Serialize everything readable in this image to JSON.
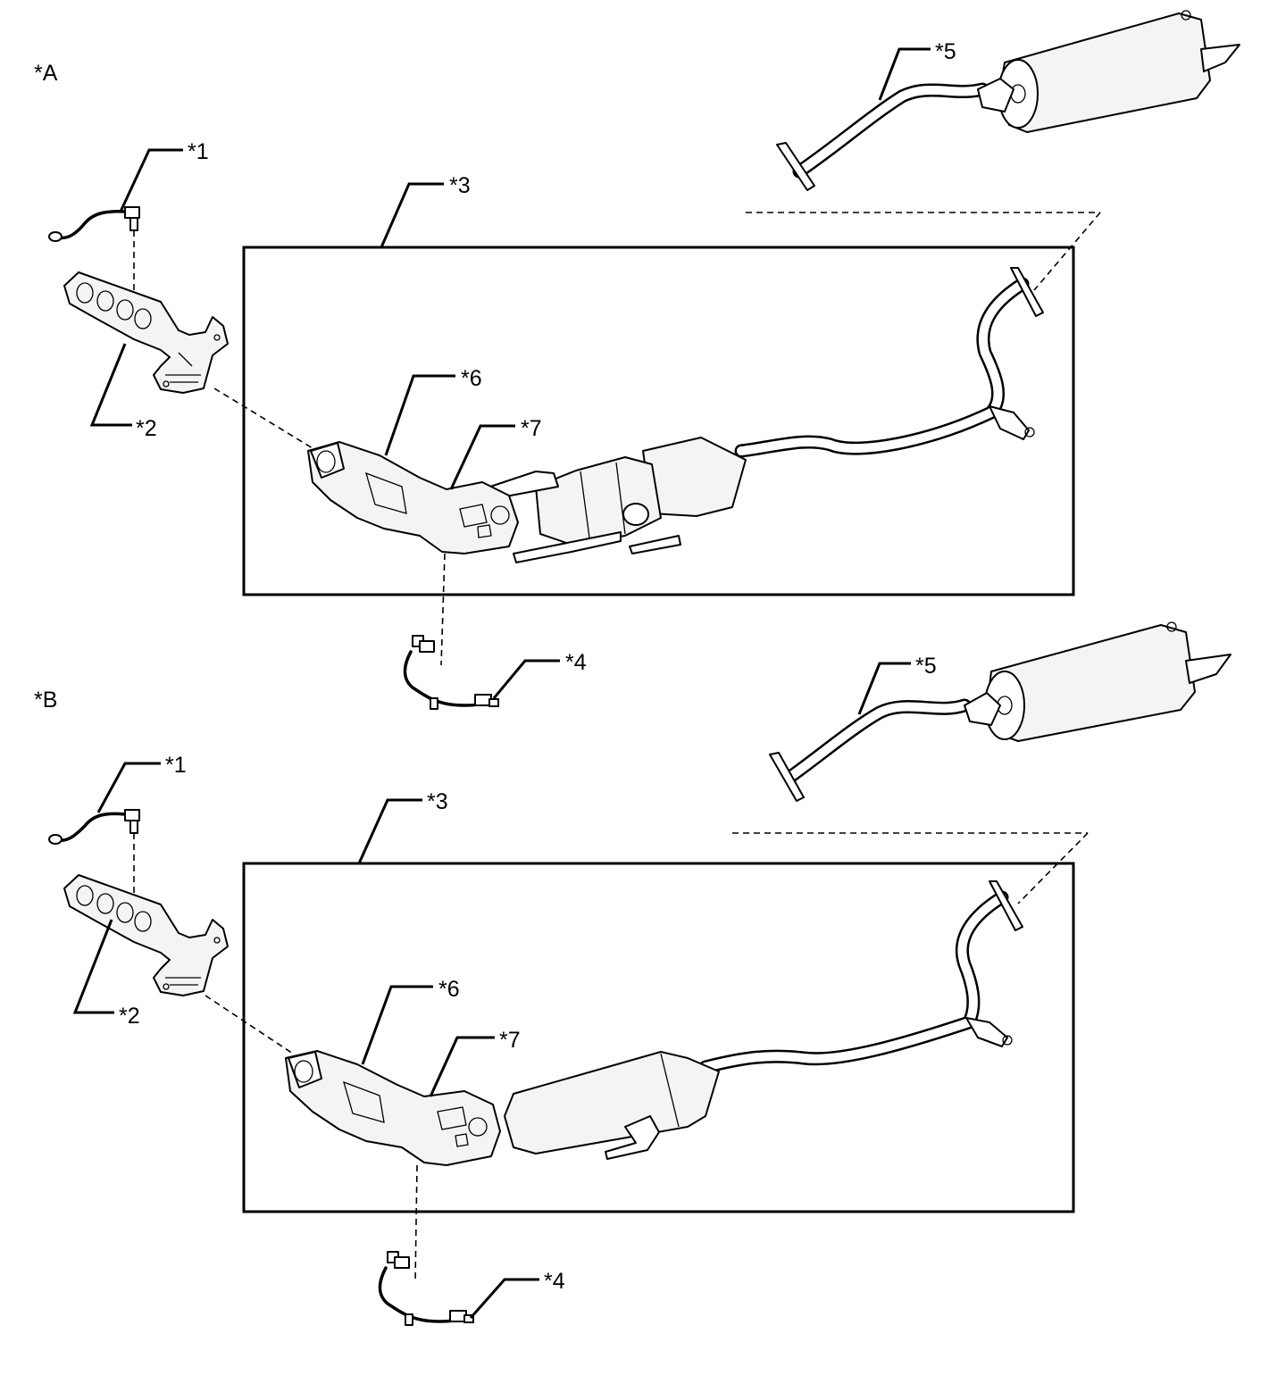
{
  "variants": [
    {
      "id": "A",
      "label": "*A",
      "callouts": {
        "c1": "*1",
        "c2": "*2",
        "c3": "*3",
        "c4": "*4",
        "c5": "*5",
        "c6": "*6",
        "c7": "*7"
      }
    },
    {
      "id": "B",
      "label": "*B",
      "callouts": {
        "c1": "*1",
        "c2": "*2",
        "c3": "*3",
        "c4": "*4",
        "c5": "*5",
        "c6": "*6",
        "c7": "*7"
      }
    }
  ]
}
